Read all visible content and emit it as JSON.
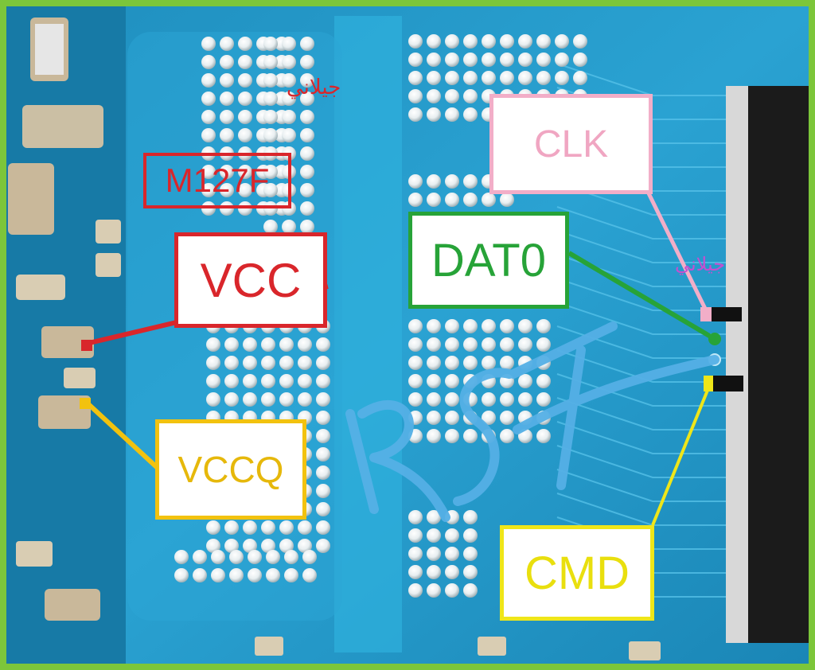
{
  "labels": {
    "vcc": "VCC",
    "vccq": "VCCQ",
    "dat0": "DAT0",
    "clk": "CLK",
    "cmd": "CMD",
    "model": "M127F"
  },
  "handwriting": {
    "rst": "RST"
  },
  "watermark": {
    "text_1": "جيلاني",
    "text_2": "جيلاني"
  },
  "colors": {
    "vcc": "#d9262b",
    "vccq": "#f2c20f",
    "dat0": "#27a338",
    "clk": "#f2aec8",
    "cmd": "#efe619",
    "rst": "#55b0e6",
    "board": "#1f93c6",
    "frame": "#7cc63a"
  }
}
